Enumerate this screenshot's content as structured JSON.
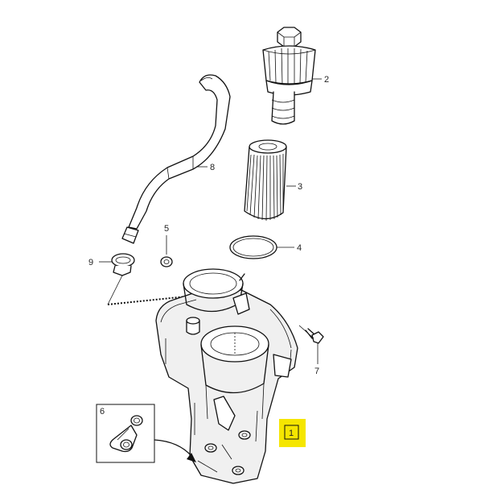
{
  "callouts": {
    "c1": "1",
    "c2": "2",
    "c3": "3",
    "c4": "4",
    "c5": "5",
    "c6": "6",
    "c7": "7",
    "c8": "8",
    "c9": "9"
  },
  "colors": {
    "highlight": "#f5e600",
    "ink": "#111111"
  }
}
